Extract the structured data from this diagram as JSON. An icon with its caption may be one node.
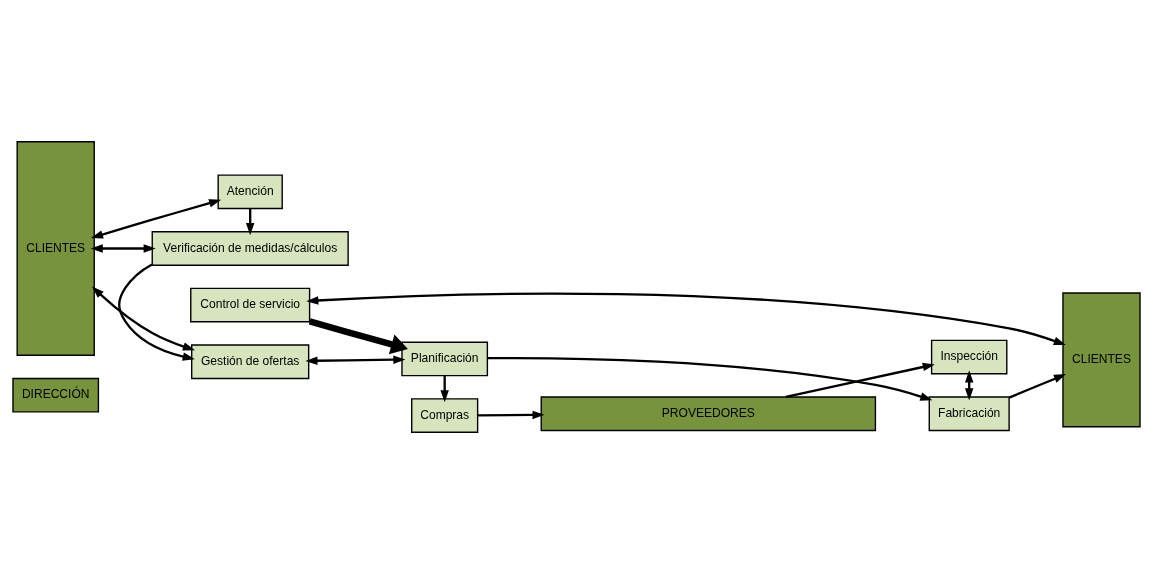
{
  "diagram": {
    "nodes": [
      {
        "text": [
          "DIRECCIÓN"
        ]
      },
      {
        "text": [
          "CLIENTES"
        ]
      },
      {
        "text": [
          "Atención"
        ]
      },
      {
        "text": [
          "Verificación de medidas/cálculos"
        ]
      },
      {
        "text": [
          "Control de servicio"
        ]
      },
      {
        "text": [
          "CLIENTES"
        ]
      },
      {
        "text": [
          "Gestión de ofertas"
        ]
      },
      {
        "text": [
          "Planificación"
        ]
      },
      {
        "text": [
          "Fabricación"
        ]
      },
      {
        "text": [
          "Compras"
        ]
      },
      {
        "text": [
          "Inspección"
        ]
      },
      {
        "text": [
          "PROVEEDORES"
        ]
      }
    ],
    "edges": [
      {
        "from": 1,
        "to": 2,
        "arrow": "both"
      },
      {
        "from": 1,
        "to": 3,
        "arrow": "both"
      },
      {
        "from": 1,
        "to": 6,
        "arrow": "both"
      },
      {
        "from": 2,
        "to": 3,
        "arrow": "to"
      },
      {
        "from": 3,
        "to": 6,
        "arrow": "to"
      },
      {
        "from": 6,
        "to": 7,
        "arrow": "both"
      },
      {
        "from": 4,
        "to": 7,
        "arrow": "to",
        "style": "thick"
      },
      {
        "from": 4,
        "to": 5,
        "arrow": "both"
      },
      {
        "from": 7,
        "to": 8,
        "arrow": "to"
      },
      {
        "from": 8,
        "to": 5,
        "arrow": "to"
      },
      {
        "from": 7,
        "to": 9,
        "arrow": "to"
      },
      {
        "from": 9,
        "to": 11,
        "arrow": "to"
      },
      {
        "from": 11,
        "to": 10,
        "arrow": "to"
      },
      {
        "from": 10,
        "to": 8,
        "arrow": "both"
      }
    ]
  }
}
